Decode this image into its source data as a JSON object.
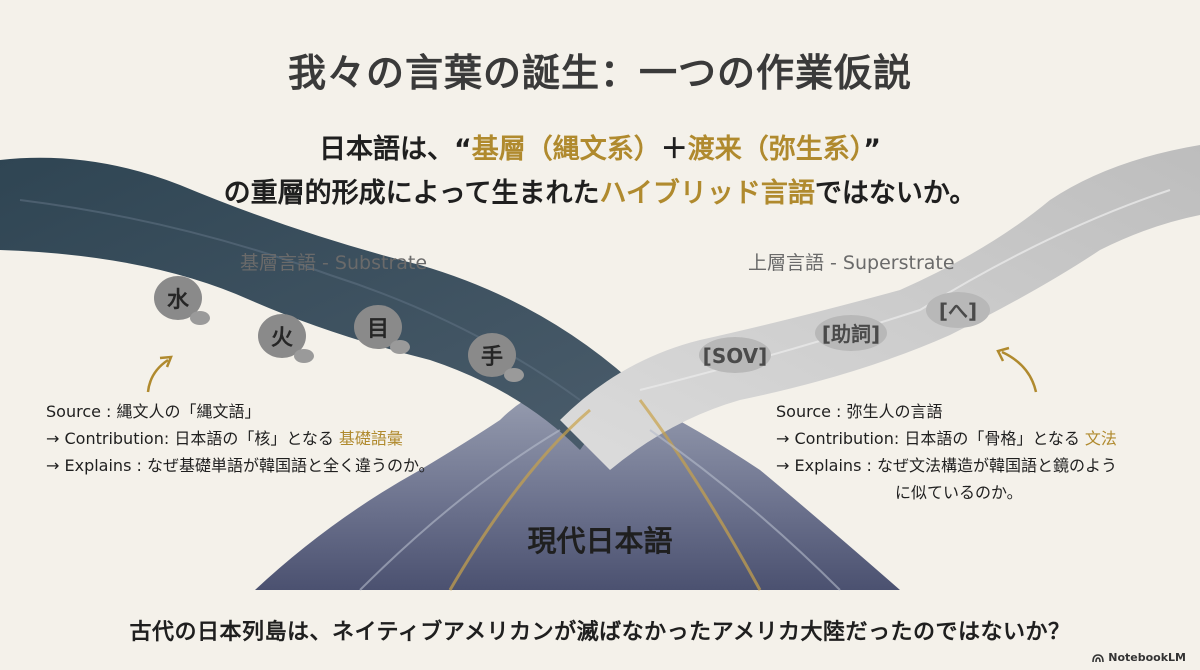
{
  "title": "我々の言葉の誕生：一つの作業仮説",
  "subtitle": {
    "line1_a": "日本語は、“",
    "line1_b": "基層（縄文系）",
    "line1_c": "＋",
    "line1_d": "渡来（弥生系）",
    "line1_e": "”",
    "line2_a": "の重層的形成によって生まれた",
    "line2_b": "ハイブリッド言語",
    "line2_c": "ではないか。"
  },
  "left": {
    "label": "基層言語 - Substrate",
    "stones": [
      "水",
      "火",
      "目",
      "手"
    ],
    "source": "Source : 縄文人の「縄文語」",
    "contribution_prefix": "→ Contribution: 日本語の「核」となる ",
    "contribution_highlight": "基礎語彙",
    "explains": "→ Explains : なぜ基礎単語が韓国語と全く違うのか。"
  },
  "right": {
    "label": "上層言語 - Superstrate",
    "stones": [
      "[SOV]",
      "[助詞]",
      "[へ]"
    ],
    "source": "Source : 弥生人の言語",
    "contribution_prefix": "→ Contribution: 日本語の「骨格」となる ",
    "contribution_highlight": "文法",
    "explains_line1": "→  Explains : なぜ文法構造が韓国語と鏡のよう",
    "explains_line2": "に似ているのか。"
  },
  "center_label": "現代日本語",
  "question": "古代の日本列島は、ネイティブアメリカンが滅ばなかったアメリカ大陸だったのではないか？",
  "brand": "NotebookLM",
  "colors": {
    "substrate": "#3b5260",
    "superstrate": "#c9c9c9",
    "merged": "#6b7189",
    "accent": "#b08a2e"
  }
}
